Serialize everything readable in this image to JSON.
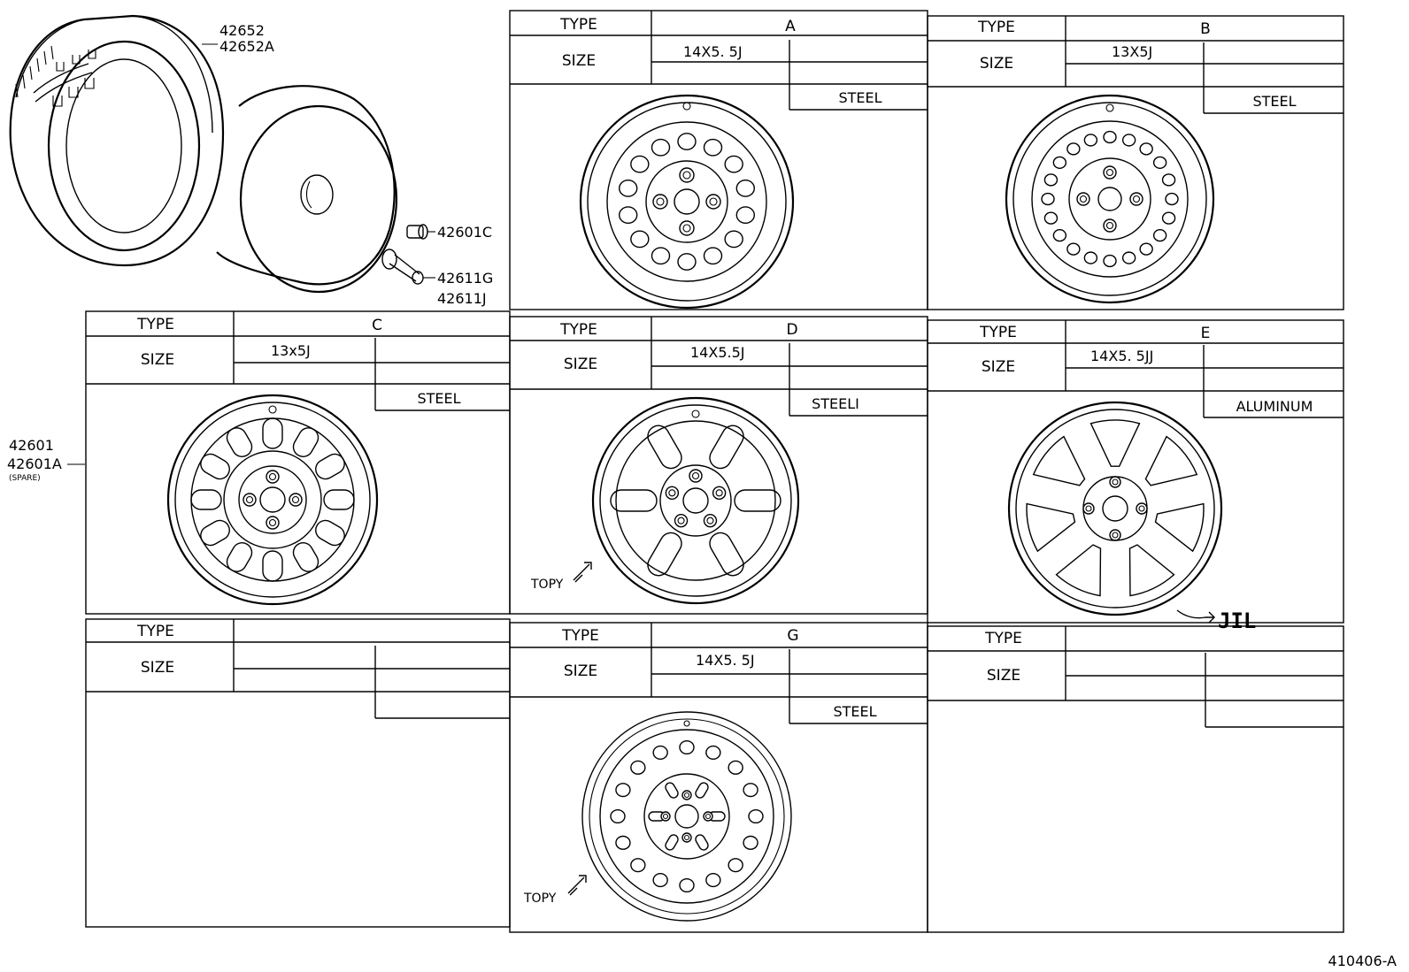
{
  "header_labels": {
    "type": "TYPE",
    "size": "SIZE"
  },
  "panels": [
    {
      "id": "A",
      "type": "A",
      "size": "14X5. 5J",
      "material": "STEEL"
    },
    {
      "id": "B",
      "type": "B",
      "size": "13X5J",
      "material": "STEEL"
    },
    {
      "id": "C",
      "type": "C",
      "size": "13x5J",
      "material": "STEEL"
    },
    {
      "id": "D",
      "type": "D",
      "size": "14X5.5J",
      "material": "STEELI",
      "marking": "TOPY"
    },
    {
      "id": "E",
      "type": "E",
      "size": "14X5. 5JJ",
      "material": "ALUMINUM"
    },
    {
      "id": "F",
      "type": "",
      "size": "",
      "material": ""
    },
    {
      "id": "G",
      "type": "G",
      "size": "14X5. 5J",
      "material": "STEEL",
      "marking": "TOPY"
    },
    {
      "id": "H",
      "type": "",
      "size": "",
      "material": ""
    }
  ],
  "part_numbers": {
    "tire": [
      "42652",
      "42652A"
    ],
    "nut": "42601C",
    "valve": [
      "42611G",
      "42611J"
    ],
    "wheel": [
      "42601",
      "42601A"
    ],
    "wheel_note": "(SPARE)"
  },
  "logo_mark": "JIL",
  "drawing_id": "410406-A"
}
